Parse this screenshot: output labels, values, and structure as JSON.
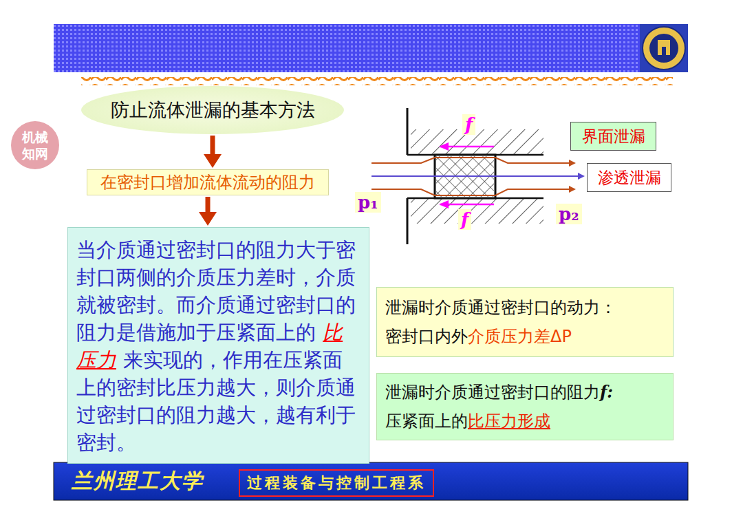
{
  "diagram": {
    "nodes": [
      {
        "text": [
          "防止流体泄漏的基本方法"
        ]
      },
      {
        "text": [
          "在密封口增加流体流动的阻力"
        ]
      },
      {
        "text": [
          "当介质通过密封口的阻力大于密封口两侧的介质压力差时，介质就被密封。而介质通过密封口的阻力是借施加于压紧面上的",
          "比压力",
          "来实现的，作用在压紧面上的密封比压力越大，则介质通过密封口的阻力越大，越有利于密封。"
        ]
      },
      {
        "text": [
          "界面泄漏"
        ]
      },
      {
        "text": [
          "渗透泄漏"
        ]
      },
      {
        "text": [
          "泄漏时介质通过密封口的动力：",
          "密封口内外",
          "介质压力差ΔP"
        ]
      },
      {
        "text": [
          "泄漏时介质通过密封口的阻力",
          "f:",
          "压紧面上的",
          "比压力形成"
        ]
      }
    ],
    "edges": [
      {
        "from": 0,
        "to": 1,
        "arrow": "to"
      },
      {
        "from": 1,
        "to": 2,
        "arrow": "to"
      }
    ],
    "labels": [
      "f",
      "f",
      "p₁",
      "p₂",
      "机械 知网",
      "兰州理工大学",
      "过程装备与控制工程系"
    ]
  }
}
